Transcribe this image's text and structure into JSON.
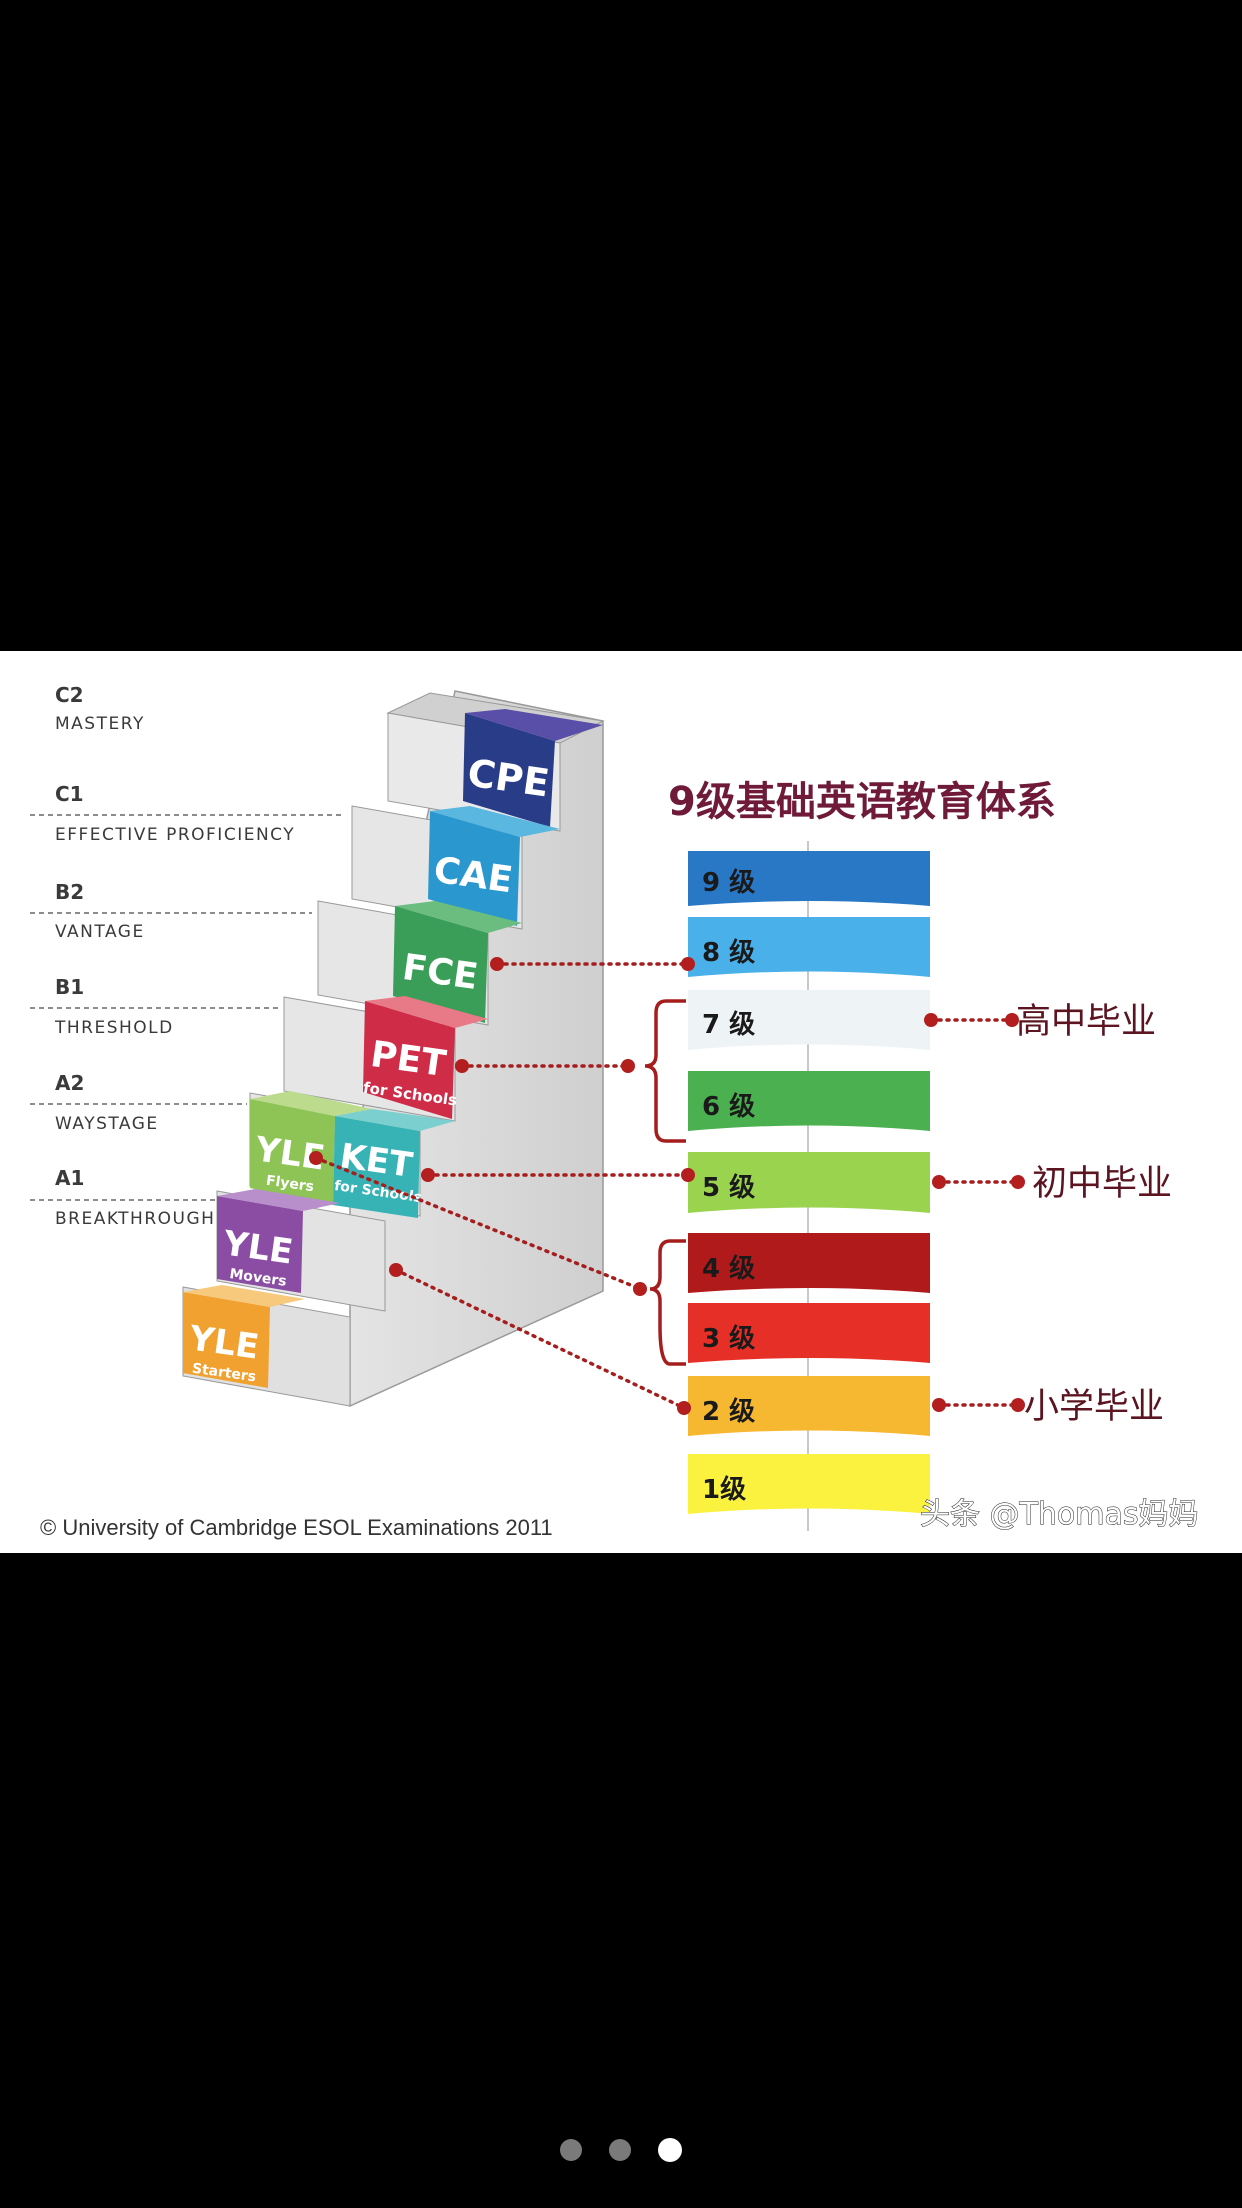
{
  "title": "9级基础英语教育体系",
  "copyright": "© University of Cambridge ESOL Examinations 2011",
  "watermark": "头条 @Thomas妈妈",
  "cefr": [
    {
      "code": "C2",
      "name": "MASTERY"
    },
    {
      "code": "C1",
      "name": "EFFECTIVE PROFICIENCY"
    },
    {
      "code": "B2",
      "name": "VANTAGE"
    },
    {
      "code": "B1",
      "name": "THRESHOLD"
    },
    {
      "code": "A2",
      "name": "WAYSTAGE"
    },
    {
      "code": "A1",
      "name": "BREAKTHROUGH"
    }
  ],
  "exams": [
    {
      "main": "CPE",
      "sub": "",
      "color": "#283c88"
    },
    {
      "main": "CAE",
      "sub": "",
      "color": "#2a98cf"
    },
    {
      "main": "FCE",
      "sub": "",
      "color": "#3a9e58"
    },
    {
      "main": "PET",
      "sub": "for Schools",
      "color": "#cf2c48"
    },
    {
      "main": "YLE",
      "sub": "Flyers",
      "color": "#8dc455"
    },
    {
      "main": "KET",
      "sub": "for Schools",
      "color": "#38b3b5"
    },
    {
      "main": "YLE",
      "sub": "Movers",
      "color": "#8a4da3"
    },
    {
      "main": "YLE",
      "sub": "Starters",
      "color": "#f0a12f"
    }
  ],
  "levels": [
    {
      "label": "9 级",
      "color": "#2878c6"
    },
    {
      "label": "8 级",
      "color": "#4ab0ea"
    },
    {
      "label": "7 级",
      "color": "#eef4f6"
    },
    {
      "label": "6 级",
      "color": "#4bb04f"
    },
    {
      "label": "5 级",
      "color": "#9ad44e"
    },
    {
      "label": "4 级",
      "color": "#b01a1a"
    },
    {
      "label": "3 级",
      "color": "#e63027"
    },
    {
      "label": "2 级",
      "color": "#f6b731"
    },
    {
      "label": "1级",
      "color": "#fbf240"
    }
  ],
  "milestones": [
    "高中毕业",
    "初中毕业",
    "小学毕业"
  ],
  "pager": {
    "count": 3,
    "active": 2
  },
  "colors": {
    "connector": "#a51d1d",
    "title": "#6e1a38",
    "stair_side": "#dcdcdc",
    "stair_top": "#c9c9c9"
  }
}
